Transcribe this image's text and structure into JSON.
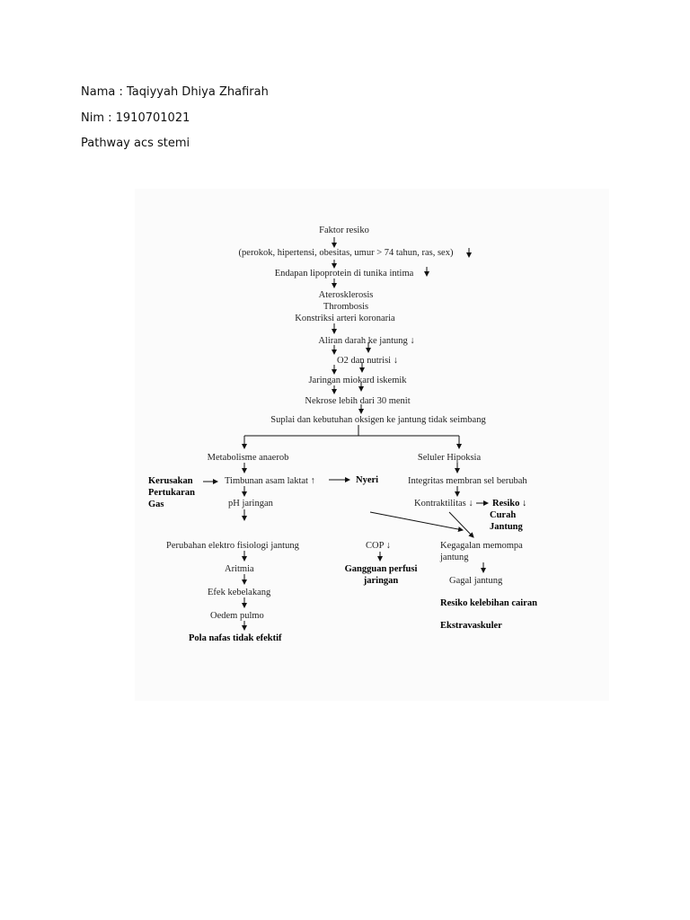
{
  "header": {
    "nama": "Nama : Taqiyyah Dhiya Zhafirah",
    "nim": "Nim : 1910701021",
    "title": "Pathway acs stemi"
  },
  "pathway": {
    "faktor": "Faktor resiko",
    "faktor_detail": "(perokok, hipertensi, obesitas, umur > 74 tahun, ras, sex)",
    "endapan": "Endapan lipoprotein di tunika intima",
    "aterosklerosis": "Aterosklerosis",
    "thrombosis": "Thrombosis",
    "konstriksi": "Konstriksi arteri koronaria",
    "aliran": "Aliran darah ke jantung ↓",
    "o2": "O2 dan nutrisi ↓",
    "jaringan": "Jaringan miokard iskemik",
    "nekrose": "Nekrose lebih dari 30 menit",
    "suplai": "Suplai dan kebutuhan oksigen ke jantung tidak seimbang",
    "metabolisme": "Metabolisme anaerob",
    "seluler": "Seluler Hipoksia",
    "kerusakan": "Kerusakan",
    "pertukaran": "Pertukaran",
    "gas": "Gas",
    "timbunan": "Timbunan asam laktat ↑",
    "nyeri": "Nyeri",
    "integritas": "Integritas membran sel berubah",
    "ph": "pH jaringan",
    "kontraktilitas": "Kontraktilitas ↓",
    "resiko": "Resiko ↓",
    "curah": "Curah",
    "jantung": "Jantung",
    "perubahan": "Perubahan elektro fisiologi jantung",
    "cop": "COP ↓",
    "kegagalan": "Kegagalan memompa",
    "kegagalan2": "jantung",
    "aritmia": "Aritmia",
    "gangguan": "Gangguan perfusi",
    "gangguan2": "jaringan",
    "gagal": "Gagal jantung",
    "efek": "Efek kebelakang",
    "resiko_cairan": "Resiko kelebihan cairan",
    "oedem": "Oedem pulmo",
    "ekstravaskuler": "Ekstravaskuler",
    "pola": "Pola nafas tidak efektif"
  }
}
